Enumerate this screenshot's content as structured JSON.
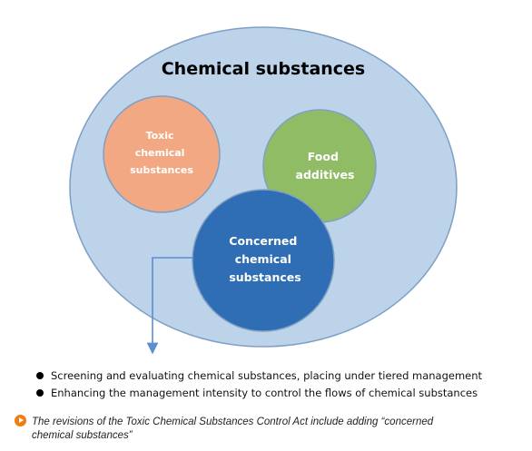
{
  "diagram": {
    "outer_label": "Chemical substances",
    "toxic": [
      "Toxic",
      "chemical",
      "substances"
    ],
    "food": [
      "Food",
      "additives"
    ],
    "concerned": [
      "Concerned",
      "chemical",
      "substances"
    ],
    "colors": {
      "outer_fill": "#bcd3ea",
      "outer_stroke": "#7e9fc5",
      "toxic_fill": "#f2a983",
      "toxic_stroke": "#7f9fc4",
      "food_fill": "#8cba5e",
      "food_stroke": "#7f9fc4",
      "concerned_fill": "#2f6db4",
      "concerned_stroke": "#7f9fc4",
      "arrow": "#5b8fd0"
    }
  },
  "bullets": [
    "Screening and evaluating chemical substances, placing under tiered management",
    "Enhancing the management intensity to control the flows of chemical substances"
  ],
  "caption": {
    "line1": "The revisions of the Toxic Chemical Substances Control Act include adding “concerned",
    "line2": "chemical substances”"
  }
}
